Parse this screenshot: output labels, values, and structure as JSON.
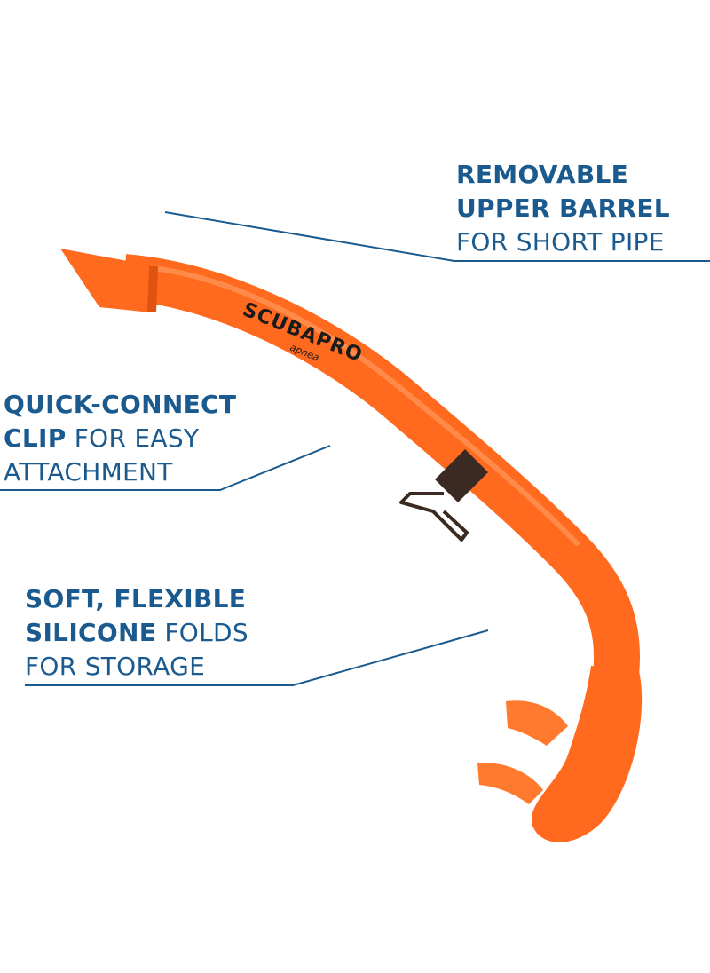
{
  "callouts": {
    "barrel": {
      "line1": "REMOVABLE",
      "line2": "UPPER BARREL",
      "line3": "FOR SHORT PIPE"
    },
    "clip": {
      "line1": "QUICK-CONNECT",
      "line2_bold": "CLIP",
      "line2_rest": " FOR EASY",
      "line3": "ATTACHMENT"
    },
    "silicone": {
      "line1": "SOFT, FLEXIBLE",
      "line2_bold": "SILICONE",
      "line2_rest": " FOLDS",
      "line3": "FOR STORAGE"
    }
  },
  "product": {
    "brand": "SCUBAPRO",
    "model": "apnea"
  },
  "colors": {
    "text": "#1a5a8e",
    "leader": "#1a5a8e",
    "snorkel": "#ff6a1f",
    "snorkel_shade": "#e0520f",
    "clip": "#3a2a22"
  }
}
